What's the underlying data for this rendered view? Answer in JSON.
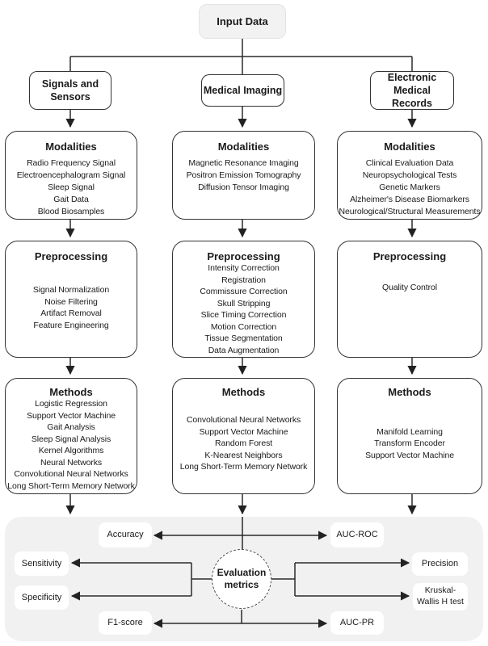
{
  "figure": {
    "input_label": "Input Data",
    "section_titles": {
      "modalities": "Modalities",
      "preprocessing": "Preprocessing",
      "methods": "Methods"
    },
    "columns": [
      {
        "branch_label": "Signals and\nSensors",
        "modalities_items": [
          "Radio Frequency Signal",
          "Electroencephalogram Signal",
          "Sleep Signal",
          "Gait Data",
          "Blood Biosamples"
        ],
        "preprocessing_items": [
          "Signal Normalization",
          "Noise Filtering",
          "Artifact Removal",
          "Feature Engineering"
        ],
        "methods_items": [
          "Logistic Regression",
          "Support Vector Machine",
          "Gait Analysis",
          "Sleep Signal Analysis",
          "Kernel Algorithms",
          "Neural Networks",
          "Convolutional Neural Networks",
          "Long Short-Term Memory Network"
        ]
      },
      {
        "branch_label": "Medical Imaging",
        "modalities_items": [
          "Magnetic Resonance Imaging",
          "Positron Emission Tomography",
          "Diffusion Tensor Imaging"
        ],
        "preprocessing_items": [
          "Intensity Correction",
          "Registration",
          "Commissure Correction",
          "Skull Stripping",
          "Slice Timing Correction",
          "Motion Correction",
          "Tissue Segmentation",
          "Data Augmentation"
        ],
        "methods_items": [
          "Convolutional Neural Networks",
          "Support Vector Machine",
          "Random Forest",
          "K-Nearest Neighbors",
          "Long Short-Term Memory Network"
        ]
      },
      {
        "branch_label": "Electronic Medical\nRecords",
        "modalities_items": [
          "Clinical Evaluation Data",
          "Neuropsychological Tests",
          "Genetic Markers",
          "Alzheimer's Disease Biomarkers",
          "Neurological/Structural Measurements"
        ],
        "preprocessing_items": [
          "Quality Control"
        ],
        "methods_items": [
          "Manifold Learning",
          "Transform Encoder",
          "Support Vector Machine"
        ]
      }
    ],
    "evaluation": {
      "center_label": "Evaluation\nmetrics",
      "accuracy": "Accuracy",
      "auc_roc": "AUC-ROC",
      "sensitivity": "Sensitivity",
      "precision": "Precision",
      "specificity": "Specificity",
      "kruskal": "Kruskal-\nWallis H test",
      "f1_score": "F1-score",
      "auc_pr": "AUC-PR"
    },
    "colors": {
      "panel_bg": "#f1f1f1",
      "node_border": "#333333",
      "line": "#2b2b2b",
      "text": "#1a1a1a"
    }
  }
}
